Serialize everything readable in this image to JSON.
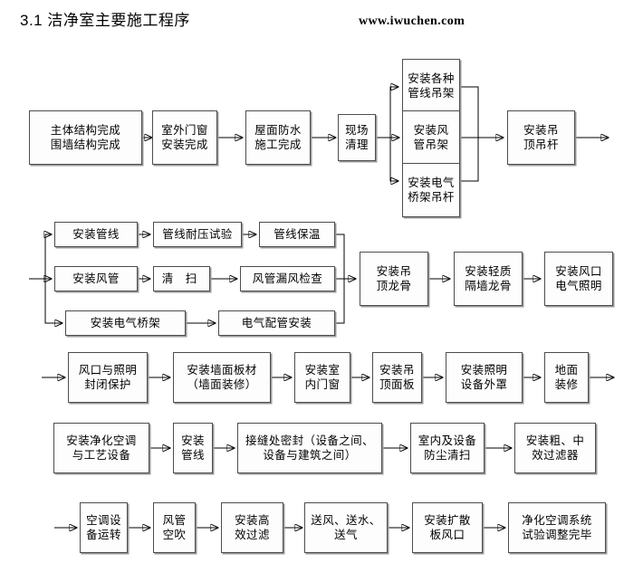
{
  "page": {
    "title": "3.1 洁净室主要施工程序",
    "watermark": "www.iwuchen.com"
  },
  "diagram": {
    "type": "flowchart",
    "orientation": "left-to-right, serpentine rows",
    "rows": [
      {
        "id": "row1",
        "nodes": [
          {
            "id": "n1",
            "lines": [
              "主体结构完成",
              "围墙结构完成"
            ]
          },
          {
            "id": "n2",
            "lines": [
              "室外门窗",
              "安装完成"
            ]
          },
          {
            "id": "n3",
            "lines": [
              "屋面防水",
              "施工完成"
            ]
          },
          {
            "id": "n4",
            "lines": [
              "现场",
              "清理"
            ]
          },
          {
            "id": "n5",
            "lines": [
              "安装各种",
              "管线吊架"
            ]
          },
          {
            "id": "n6",
            "lines": [
              "安装风",
              "管吊架"
            ]
          },
          {
            "id": "n7",
            "lines": [
              "安装电气",
              "桥架吊杆"
            ]
          },
          {
            "id": "n8",
            "lines": [
              "安装吊",
              "顶吊杆"
            ]
          }
        ]
      },
      {
        "id": "row2",
        "nodes": [
          {
            "id": "n9",
            "lines": [
              "安装管线"
            ]
          },
          {
            "id": "n10",
            "lines": [
              "管线耐压试验"
            ]
          },
          {
            "id": "n11",
            "lines": [
              "管线保温"
            ]
          },
          {
            "id": "n12",
            "lines": [
              "安装风管"
            ]
          },
          {
            "id": "n13",
            "lines": [
              "清  扫"
            ]
          },
          {
            "id": "n14",
            "lines": [
              "风管漏风检查"
            ]
          },
          {
            "id": "n15",
            "lines": [
              "安装电气桥架"
            ]
          },
          {
            "id": "n16",
            "lines": [
              "电气配管安装"
            ]
          },
          {
            "id": "n17",
            "lines": [
              "安装吊",
              "顶龙骨"
            ]
          },
          {
            "id": "n18",
            "lines": [
              "安装轻质",
              "隔墙龙骨"
            ]
          },
          {
            "id": "n19",
            "lines": [
              "安装风口",
              "电气照明"
            ]
          }
        ]
      },
      {
        "id": "row3",
        "nodes": [
          {
            "id": "n20",
            "lines": [
              "风口与照明",
              "封闭保护"
            ]
          },
          {
            "id": "n21",
            "lines": [
              "安装墙面板材",
              "（墙面装修）"
            ]
          },
          {
            "id": "n22",
            "lines": [
              "安装室",
              "内门窗"
            ]
          },
          {
            "id": "n23",
            "lines": [
              "安装吊",
              "顶面板"
            ]
          },
          {
            "id": "n24",
            "lines": [
              "安装照明",
              "设备外罩"
            ]
          },
          {
            "id": "n25",
            "lines": [
              "地面",
              "装修"
            ]
          }
        ]
      },
      {
        "id": "row4",
        "nodes": [
          {
            "id": "n26",
            "lines": [
              "安装净化空调",
              "与工艺设备"
            ]
          },
          {
            "id": "n27",
            "lines": [
              "安装",
              "管线"
            ]
          },
          {
            "id": "n28",
            "lines": [
              "接缝处密封（设备之间、",
              "设备与建筑之间）"
            ]
          },
          {
            "id": "n29",
            "lines": [
              "室内及设备",
              "防尘清扫"
            ]
          },
          {
            "id": "n30",
            "lines": [
              "安装粗、中",
              "效过滤器"
            ]
          }
        ]
      },
      {
        "id": "row5",
        "nodes": [
          {
            "id": "n31",
            "lines": [
              "空调设",
              "备运转"
            ]
          },
          {
            "id": "n32",
            "lines": [
              "风管",
              "空吹"
            ]
          },
          {
            "id": "n33",
            "lines": [
              "安装高",
              "效过滤"
            ]
          },
          {
            "id": "n34",
            "lines": [
              "送风、送水、",
              "送气"
            ]
          },
          {
            "id": "n35",
            "lines": [
              "安装扩散",
              "板风口"
            ]
          },
          {
            "id": "n36",
            "lines": [
              "净化空调系统",
              "试验调整完毕"
            ]
          }
        ]
      }
    ]
  },
  "colors": {
    "box_border": "#4d4d4d",
    "box_shadow": "#9a9a9a",
    "box_fill": "#fdfdfd",
    "line": "#000000",
    "text": "#000000",
    "background": "#ffffff"
  }
}
